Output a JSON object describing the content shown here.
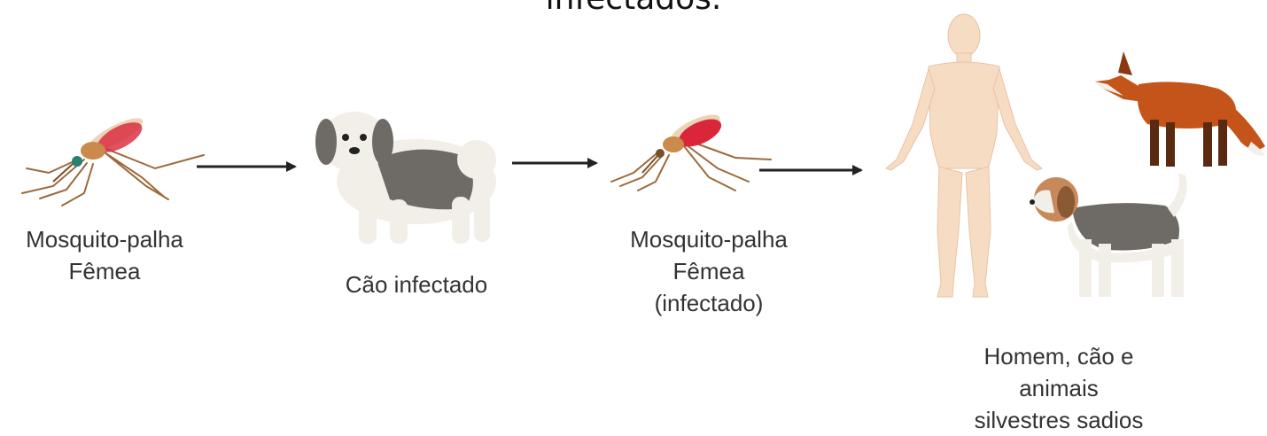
{
  "title": "infectados.",
  "nodes": [
    {
      "id": "mosquito1",
      "icon": "mosquito-icon",
      "label_lines": [
        "Mosquito-palha",
        "Fêmea"
      ]
    },
    {
      "id": "dog1",
      "icon": "dog-icon",
      "label_lines": [
        "Cão infectado"
      ]
    },
    {
      "id": "mosquito2",
      "icon": "mosquito-fed-icon",
      "label_lines": [
        "Mosquito-palha",
        "Fêmea",
        "(infectado)"
      ]
    },
    {
      "id": "hosts",
      "icon": "human-fox-dog-icon",
      "label_lines": [
        "Homem, cão e",
        "animais",
        "silvestres sadios"
      ]
    }
  ],
  "colors": {
    "arrow": "#222222",
    "mosquito_body": "#c98a4b",
    "mosquito_blood": "#d9263a",
    "dog_white": "#f2efe9",
    "dog_gray": "#6e6a66",
    "fox": "#c4541a",
    "skin": "#f7dcc4",
    "beagle_tan": "#c7895a"
  }
}
